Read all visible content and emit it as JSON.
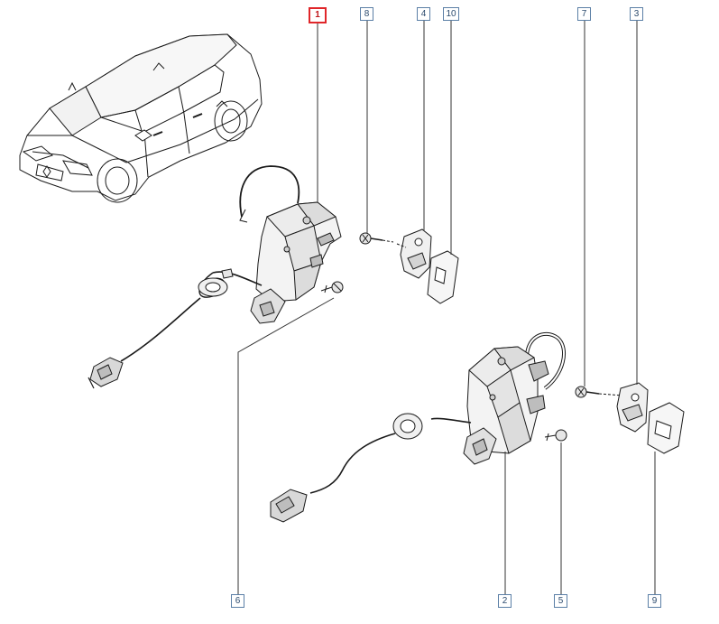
{
  "callouts": {
    "c1": "1",
    "c2": "2",
    "c3": "3",
    "c4": "4",
    "c5": "5",
    "c6": "6",
    "c7": "7",
    "c8": "8",
    "c9": "9",
    "c10": "10"
  },
  "colors": {
    "line": "#1a1a1a",
    "leader": "#333333",
    "callout_border": "#5b7fa6",
    "highlight": "#e0262a",
    "part_fill": "#f3f3f3",
    "part_shade": "#dcdcdc"
  }
}
